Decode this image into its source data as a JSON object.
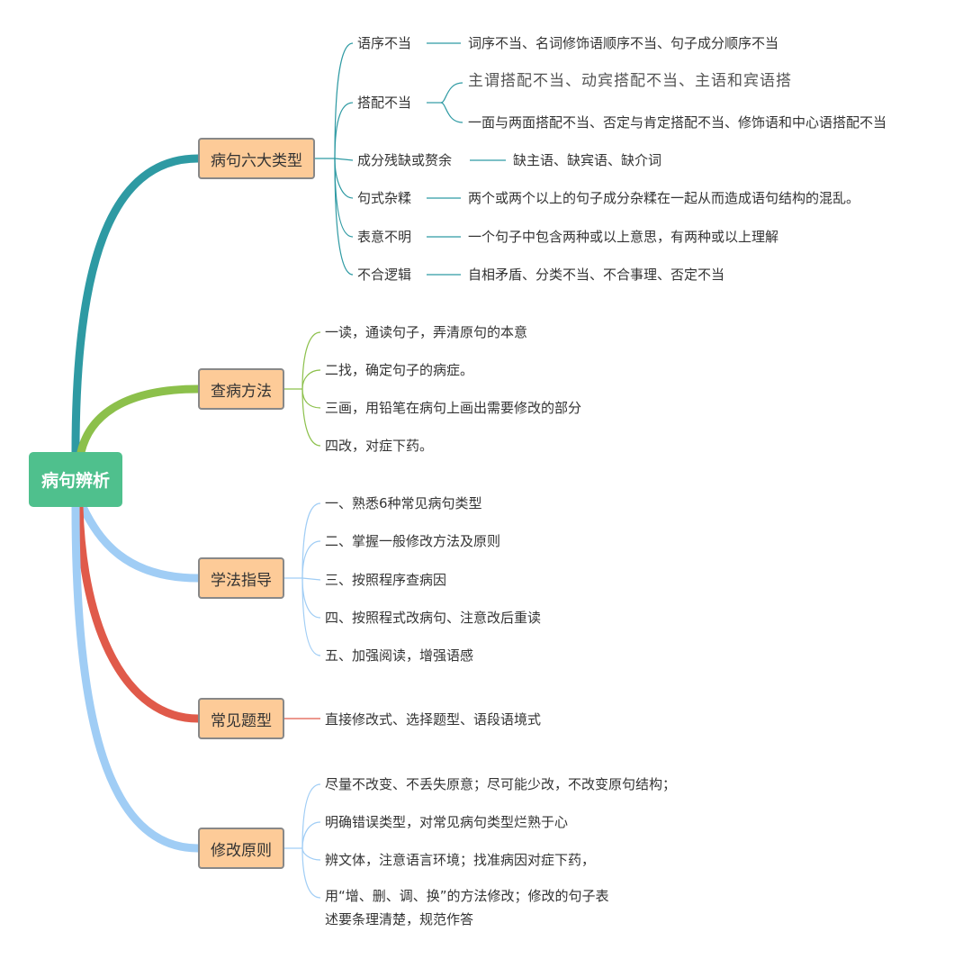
{
  "root": {
    "label": "病句辨析"
  },
  "colors": {
    "branch1": "#2e9aa3",
    "branch2": "#8cc04b",
    "branch3": "#a0cdf5",
    "branch4": "#e05a4a",
    "branch5": "#a0cdf5",
    "root_bg": "#4fc08d",
    "node_bg": "#fdcb98"
  },
  "branches": [
    {
      "label": "病句六大类型",
      "items": [
        {
          "label": "语序不当",
          "details": [
            "词序不当、名词修饰语顺序不当、句子成分顺序不当"
          ]
        },
        {
          "label": "搭配不当",
          "details": [
            "主谓搭配不当、动宾搭配不当、主语和宾语搭",
            "一面与两面搭配不当、否定与肯定搭配不当、修饰语和中心语搭配不当"
          ]
        },
        {
          "label": "成分残缺或赘余",
          "details": [
            "缺主语、缺宾语、缺介词"
          ]
        },
        {
          "label": "句式杂糅",
          "details": [
            "两个或两个以上的句子成分杂糅在一起从而造成语句结构的混乱。"
          ]
        },
        {
          "label": "表意不明",
          "details": [
            "一个句子中包含两种或以上意思，有两种或以上理解"
          ]
        },
        {
          "label": "不合逻辑",
          "details": [
            "自相矛盾、分类不当、不合事理、否定不当"
          ]
        }
      ]
    },
    {
      "label": "查病方法",
      "items": [
        "一读，通读句子，弄清原句的本意",
        "二找，确定句子的病症。",
        "三画，用铅笔在病句上画出需要修改的部分",
        "四改，对症下药。"
      ]
    },
    {
      "label": "学法指导",
      "items": [
        "一、熟悉6种常见病句类型",
        "二、掌握一般修改方法及原则",
        "三、按照程序查病因",
        "四、按照程式改病句、注意改后重读",
        "五、加强阅读，增强语感"
      ]
    },
    {
      "label": "常见题型",
      "items": [
        "直接修改式、选择题型、语段语境式"
      ]
    },
    {
      "label": "修改原则",
      "items": [
        "尽量不改变、不丢失原意；尽可能少改，不改变原句结构；",
        "明确错误类型，对常见病句类型烂熟于心",
        "辨文体，注意语言环境；找准病因对症下药，",
        "用“增、删、调、换”的方法修改；修改的句子表述要条理清楚，规范作答"
      ]
    }
  ]
}
